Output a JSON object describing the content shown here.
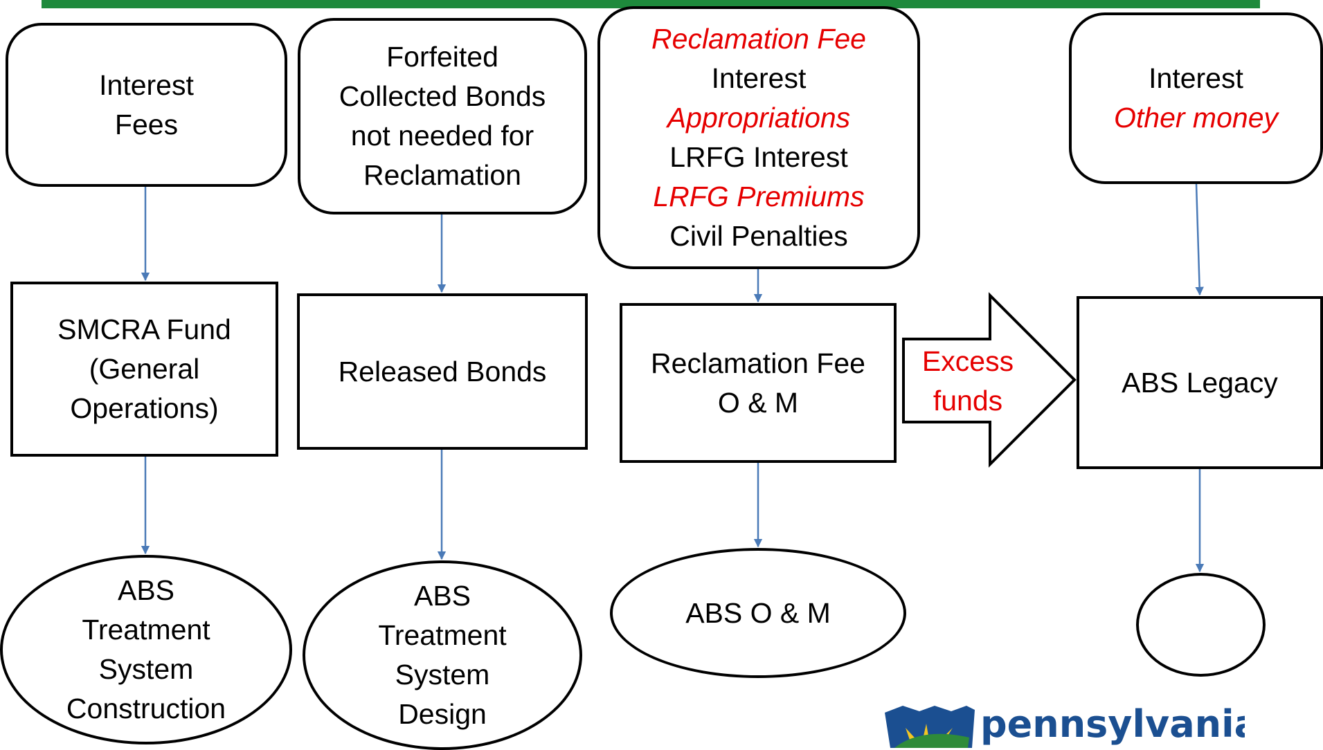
{
  "colors": {
    "top_bar": "#1e8a3c",
    "arrow": "#4a7ab7",
    "red_text": "#e60000",
    "logo_blue": "#1b4f91",
    "logo_green": "#2e8b3a",
    "logo_yellow": "#f3c623"
  },
  "sources": {
    "interest_fees": {
      "lines": [
        {
          "text": "Interest"
        },
        {
          "text": "Fees"
        }
      ]
    },
    "forfeited": {
      "lines": [
        {
          "text": "Forfeited"
        },
        {
          "text": "Collected Bonds"
        },
        {
          "text": "not needed for"
        },
        {
          "text": "Reclamation"
        }
      ]
    },
    "reclamation_sources": {
      "lines": [
        {
          "text": "Reclamation Fee",
          "red": true
        },
        {
          "text": "Interest"
        },
        {
          "text": "Appropriations",
          "red": true
        },
        {
          "text": "LRFG Interest"
        },
        {
          "text": "LRFG Premiums",
          "red": true
        },
        {
          "text": "Civil Penalties"
        }
      ]
    },
    "legacy_sources": {
      "lines": [
        {
          "text": "Interest"
        },
        {
          "text": "Other money",
          "red": true
        }
      ]
    }
  },
  "funds": {
    "smcra": {
      "lines": [
        {
          "text": "SMCRA Fund"
        },
        {
          "text": "(General"
        },
        {
          "text": "Operations)"
        }
      ]
    },
    "released": {
      "lines": [
        {
          "text": "Released Bonds"
        }
      ]
    },
    "recl_fee_om": {
      "lines": [
        {
          "text": "Reclamation Fee"
        },
        {
          "text": "O & M"
        }
      ]
    },
    "abs_legacy": {
      "lines": [
        {
          "text": "ABS Legacy"
        }
      ]
    }
  },
  "uses": {
    "construction": {
      "lines": [
        {
          "text": "ABS"
        },
        {
          "text": "Treatment"
        },
        {
          "text": "System"
        },
        {
          "text": "Construction"
        }
      ]
    },
    "design": {
      "lines": [
        {
          "text": "ABS"
        },
        {
          "text": "Treatment"
        },
        {
          "text": "System"
        },
        {
          "text": "Design"
        }
      ]
    },
    "om": {
      "lines": [
        {
          "text": "ABS O & M"
        }
      ]
    },
    "empty": {
      "lines": []
    }
  },
  "excess_funds": {
    "line1": "Excess",
    "line2": "funds"
  },
  "logo": {
    "text": "pennsylvania"
  }
}
